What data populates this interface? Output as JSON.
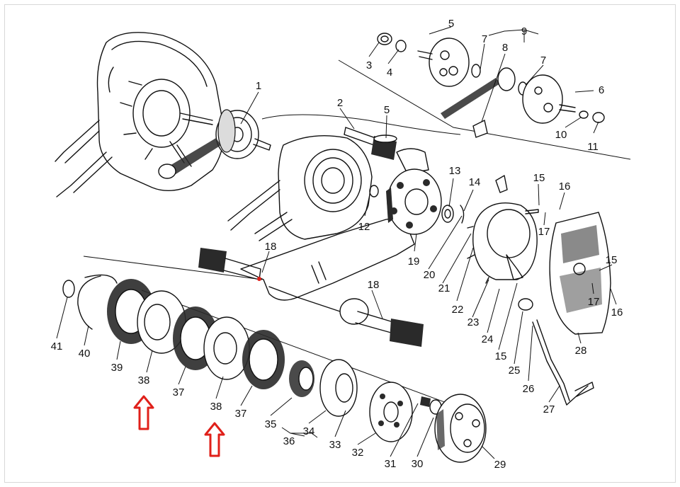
{
  "diagram": {
    "accent_color": "#e0201a",
    "line_color": "#111111",
    "callouts": [
      {
        "id": "c1",
        "text": "1"
      },
      {
        "id": "c2",
        "text": "2"
      },
      {
        "id": "c3",
        "text": "3"
      },
      {
        "id": "c4",
        "text": "4"
      },
      {
        "id": "c5a",
        "text": "5"
      },
      {
        "id": "c5b",
        "text": "5"
      },
      {
        "id": "c6",
        "text": "6"
      },
      {
        "id": "c7a",
        "text": "7"
      },
      {
        "id": "c7b",
        "text": "7"
      },
      {
        "id": "c8",
        "text": "8"
      },
      {
        "id": "c9",
        "text": "9"
      },
      {
        "id": "c10",
        "text": "10"
      },
      {
        "id": "c11",
        "text": "11"
      },
      {
        "id": "c12",
        "text": "12"
      },
      {
        "id": "c13",
        "text": "13"
      },
      {
        "id": "c14",
        "text": "14"
      },
      {
        "id": "c15a",
        "text": "15"
      },
      {
        "id": "c15b",
        "text": "15"
      },
      {
        "id": "c15c",
        "text": "15"
      },
      {
        "id": "c16a",
        "text": "16"
      },
      {
        "id": "c16b",
        "text": "16"
      },
      {
        "id": "c17a",
        "text": "17"
      },
      {
        "id": "c17b",
        "text": "17"
      },
      {
        "id": "c18a",
        "text": "18"
      },
      {
        "id": "c18b",
        "text": "18"
      },
      {
        "id": "c19",
        "text": "19"
      },
      {
        "id": "c20",
        "text": "20"
      },
      {
        "id": "c21",
        "text": "21"
      },
      {
        "id": "c22",
        "text": "22"
      },
      {
        "id": "c23",
        "text": "23"
      },
      {
        "id": "c24",
        "text": "24"
      },
      {
        "id": "c25",
        "text": "25"
      },
      {
        "id": "c26",
        "text": "26"
      },
      {
        "id": "c27",
        "text": "27"
      },
      {
        "id": "c28",
        "text": "28"
      },
      {
        "id": "c29",
        "text": "29"
      },
      {
        "id": "c30",
        "text": "30"
      },
      {
        "id": "c31",
        "text": "31"
      },
      {
        "id": "c32",
        "text": "32"
      },
      {
        "id": "c33",
        "text": "33"
      },
      {
        "id": "c34",
        "text": "34"
      },
      {
        "id": "c35",
        "text": "35"
      },
      {
        "id": "c36",
        "text": "36"
      },
      {
        "id": "c37a",
        "text": "37"
      },
      {
        "id": "c37b",
        "text": "37"
      },
      {
        "id": "c38a",
        "text": "38"
      },
      {
        "id": "c38b",
        "text": "38"
      },
      {
        "id": "c39",
        "text": "39"
      },
      {
        "id": "c40",
        "text": "40"
      },
      {
        "id": "c41",
        "text": "41"
      }
    ]
  }
}
